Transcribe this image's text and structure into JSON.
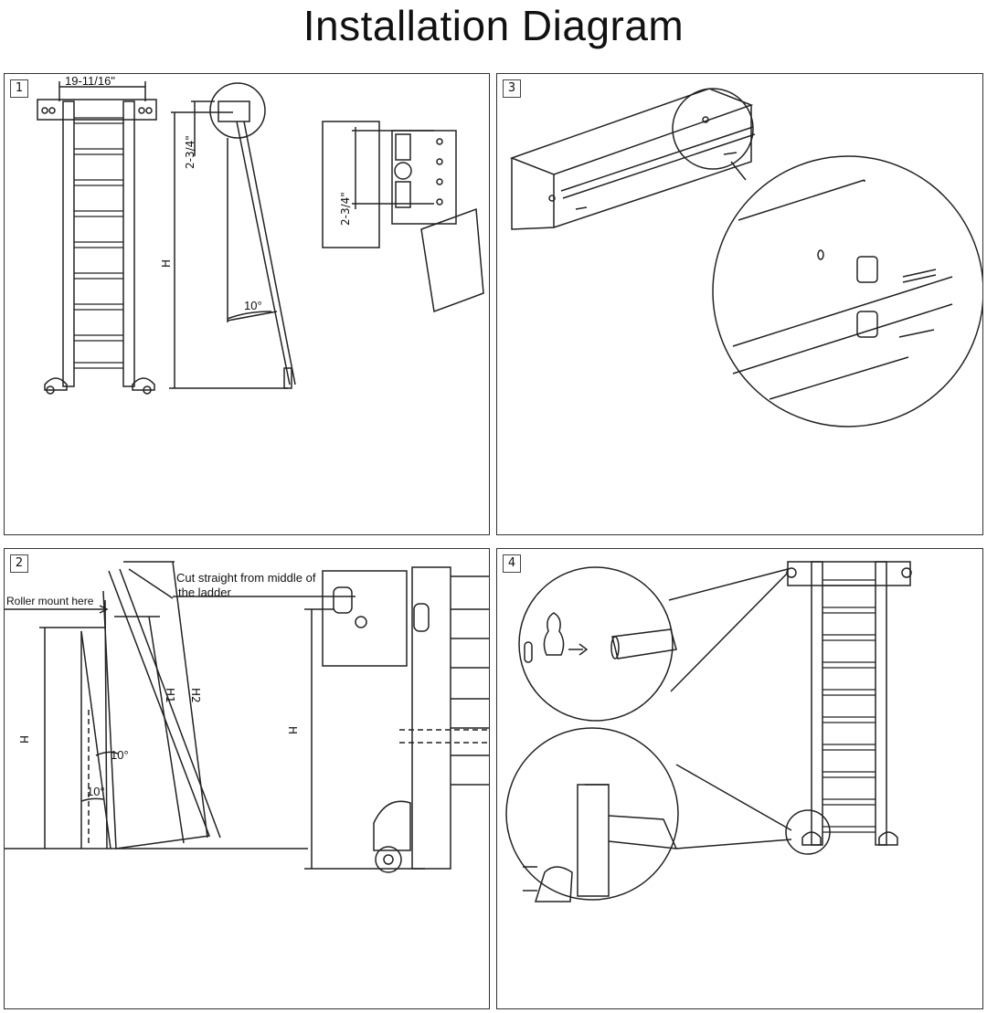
{
  "title": "Installation Diagram",
  "panels": [
    {
      "number": "1",
      "labels": {
        "width": "19-11/16\"",
        "offset_top": "2-3/4\"",
        "height": "H",
        "angle": "10°",
        "detail_offset": "2-3/4\""
      }
    },
    {
      "number": "2",
      "labels": {
        "roller_mount": "Roller mount here",
        "cut_line1": "Cut straight from middle of",
        "cut_line2": "the ladder",
        "height_left": "H",
        "h1": "H1",
        "h2": "H2",
        "angle_upper": "10°",
        "angle_lower": "10°",
        "height_detail": "H"
      }
    },
    {
      "number": "3"
    },
    {
      "number": "4"
    }
  ]
}
